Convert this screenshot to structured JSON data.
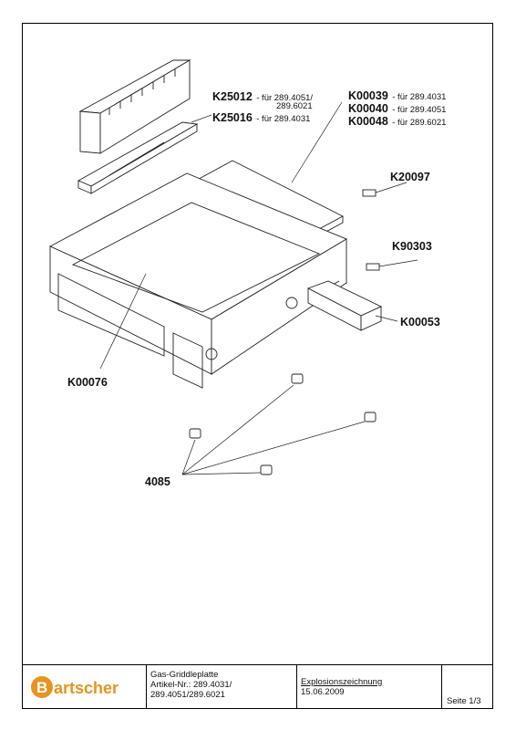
{
  "callouts": {
    "k25012": {
      "code": "K25012",
      "note": "- für 289.4051/",
      "note2": "289.6021"
    },
    "k25016": {
      "code": "K25016",
      "note": "- für 289.4031"
    },
    "k00039": {
      "code": "K00039",
      "note": "- für 289.4031"
    },
    "k00040": {
      "code": "K00040",
      "note": "- für 289.4051"
    },
    "k00048": {
      "code": "K00048",
      "note": "- für 289.6021"
    },
    "k20097": {
      "code": "K20097"
    },
    "k90303": {
      "code": "K90303"
    },
    "k00053": {
      "code": "K00053"
    },
    "k00076": {
      "code": "K00076"
    },
    "part4085": {
      "code": "4085"
    }
  },
  "title_block": {
    "logo_text": "Bartscher",
    "product_name": "Gas-Griddleplatte",
    "article_line1": "Artikel-Nr.: 289.4031/",
    "article_line2": "289.4051/289.6021",
    "doc_type": "Explosionszeichnung",
    "date": "15.06.2009",
    "page": "Seite 1/3"
  },
  "colors": {
    "logo_orange": "#e8941e",
    "line": "#222222"
  }
}
